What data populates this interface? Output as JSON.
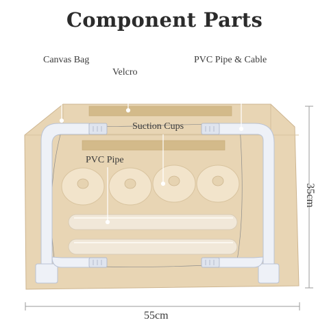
{
  "title": "Component Parts",
  "labels": {
    "canvas_bag": "Canvas Bag",
    "velcro": "Velcro",
    "pvc_pipe_cable": "PVC Pipe & Cable",
    "suction_cups": "Suction Cups",
    "pvc_pipe": "PVC Pipe"
  },
  "dimensions": {
    "width": "55cm",
    "height": "35cm"
  },
  "colors": {
    "canvas": "#e8d5b4",
    "canvas_edge": "#cdb590",
    "velcro": "#d6bf92",
    "pipe": "#eef1f7",
    "pipe_edge": "#b9c2d4",
    "cup": "#f2e3c9",
    "roll": "#f1e9dc",
    "text": "#3a3a3a"
  }
}
